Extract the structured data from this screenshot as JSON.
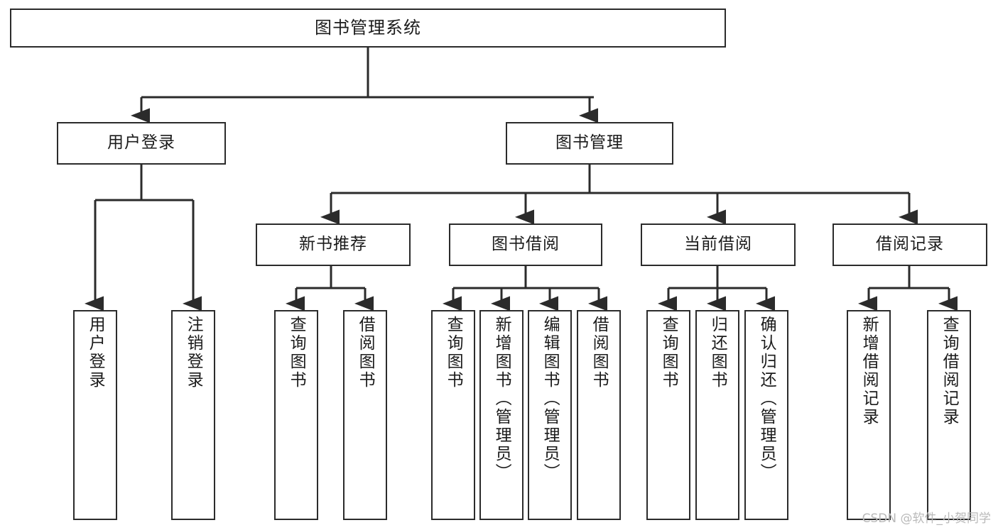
{
  "diagram": {
    "title": "图书管理系统",
    "type": "tree",
    "orientation": "top-down",
    "line_color": "#2b2b2b",
    "box_fill": "#ffffff",
    "watermark": "CSDN @软件_小贺同学"
  },
  "nodes": {
    "root": {
      "label": "图书管理系统"
    },
    "level2": [
      {
        "id": "user-login",
        "label": "用户登录"
      },
      {
        "id": "book-manage",
        "label": "图书管理"
      }
    ],
    "level3": [
      {
        "id": "new-book-rec",
        "label": "新书推荐"
      },
      {
        "id": "book-borrow",
        "label": "图书借阅"
      },
      {
        "id": "current-borrow",
        "label": "当前借阅"
      },
      {
        "id": "borrow-record",
        "label": "借阅记录"
      }
    ],
    "leaves": {
      "user_login": [
        {
          "id": "leaf-user-login",
          "label": "用户登录"
        },
        {
          "id": "leaf-logout",
          "label": "注销登录"
        }
      ],
      "new_book_rec": [
        {
          "id": "leaf-query-book-1",
          "label": "查询图书"
        },
        {
          "id": "leaf-borrow-book-1",
          "label": "借阅图书"
        }
      ],
      "book_borrow": [
        {
          "id": "leaf-query-book-2",
          "label": "查询图书"
        },
        {
          "id": "leaf-add-book",
          "label": "新增图书（管理员）"
        },
        {
          "id": "leaf-edit-book",
          "label": "编辑图书（管理员）"
        },
        {
          "id": "leaf-borrow-book-2",
          "label": "借阅图书"
        }
      ],
      "current_borrow": [
        {
          "id": "leaf-query-book-3",
          "label": "查询图书"
        },
        {
          "id": "leaf-return-book",
          "label": "归还图书"
        },
        {
          "id": "leaf-confirm-return",
          "label": "确认归还（管理员）"
        }
      ],
      "borrow_record": [
        {
          "id": "leaf-add-record",
          "label": "新增借阅记录"
        },
        {
          "id": "leaf-query-record",
          "label": "查询借阅记录"
        }
      ]
    }
  }
}
